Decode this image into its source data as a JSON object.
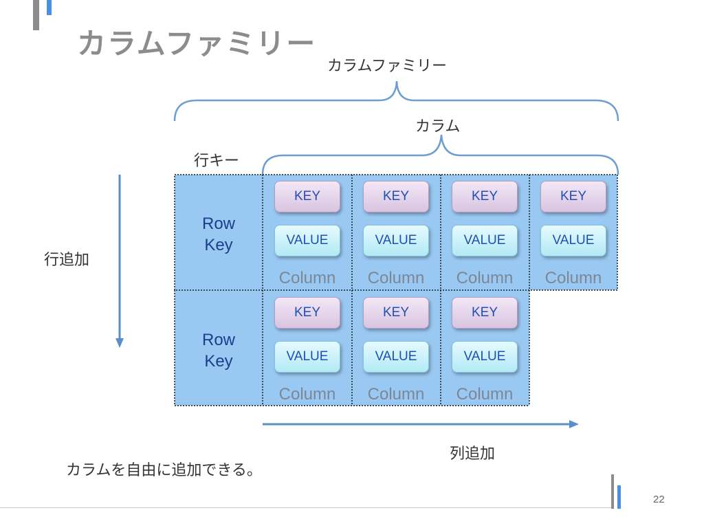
{
  "slide": {
    "title": "カラムファミリー",
    "page_number": "22",
    "note": "カラムを自由に追加できる。"
  },
  "diagram": {
    "family_label": "カラムファミリー",
    "column_label": "カラム",
    "row_key_header": "行キー",
    "row_add_label": "行追加",
    "col_add_label": "列追加",
    "rows": [
      {
        "row_key": [
          "Row",
          "Key"
        ],
        "columns": [
          {
            "key": "KEY",
            "value": "VALUE",
            "label": "Column"
          },
          {
            "key": "KEY",
            "value": "VALUE",
            "label": "Column"
          },
          {
            "key": "KEY",
            "value": "VALUE",
            "label": "Column"
          },
          {
            "key": "KEY",
            "value": "VALUE",
            "label": "Column"
          }
        ]
      },
      {
        "row_key": [
          "Row",
          "Key"
        ],
        "columns": [
          {
            "key": "KEY",
            "value": "VALUE",
            "label": "Column"
          },
          {
            "key": "KEY",
            "value": "VALUE",
            "label": "Column"
          },
          {
            "key": "KEY",
            "value": "VALUE",
            "label": "Column"
          }
        ]
      }
    ]
  },
  "colors": {
    "cell_fill": "#99c9f2",
    "brace": "#6e9ecf",
    "arrow": "#5b8fc7",
    "accent_bar": "#4a90e2",
    "grey_bar": "#8c8c8c"
  }
}
